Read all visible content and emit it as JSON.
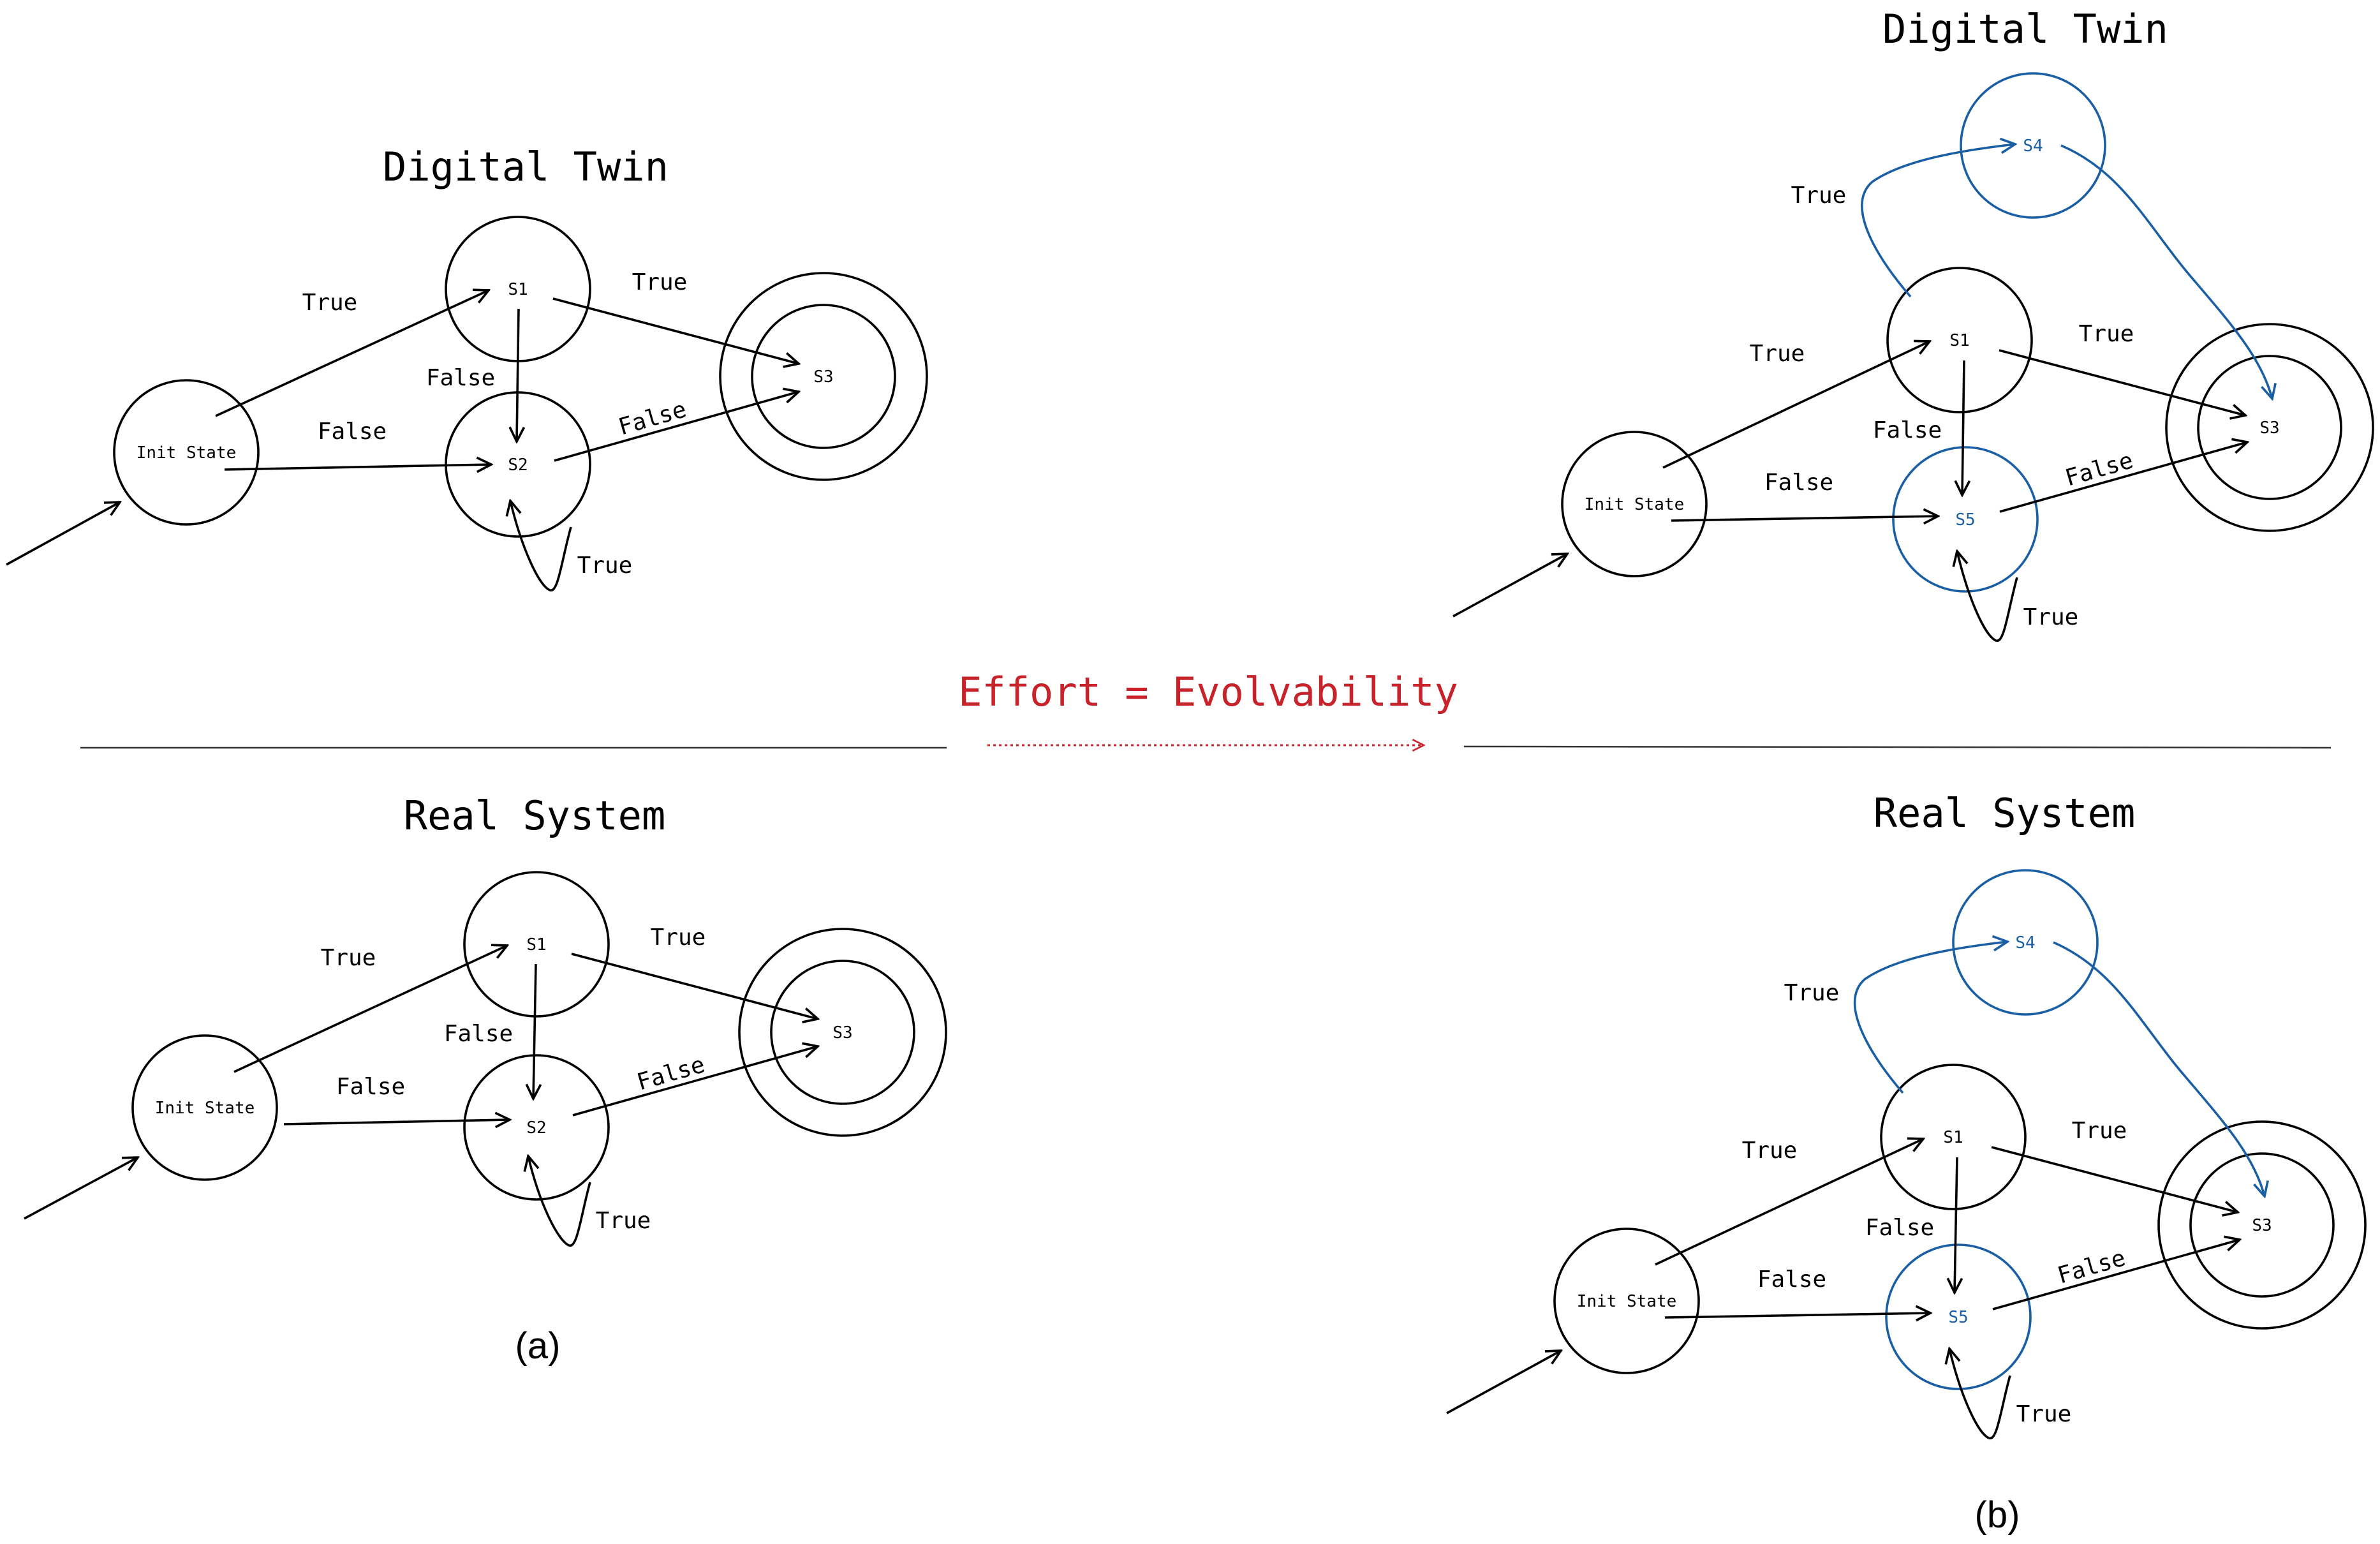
{
  "colors": {
    "black": "#000000",
    "blue": "#1a5fa3",
    "red": "#c8232a"
  },
  "effort_label": "Effort = Evolvability",
  "panels": [
    {
      "caption": "(a)",
      "digital_twin": {
        "title": "Digital Twin",
        "nodes": {
          "init": "Init State",
          "s1": "S1",
          "s2": "S2",
          "s3": "S3"
        },
        "edges": {
          "init_s1": "True",
          "init_s2": "False",
          "s1_s2": "False",
          "s1_s3": "True",
          "s2_s3": "False",
          "s2_loop": "True"
        }
      },
      "real_system": {
        "title": "Real System",
        "nodes": {
          "init": "Init State",
          "s1": "S1",
          "s2": "S2",
          "s3": "S3"
        },
        "edges": {
          "init_s1": "True",
          "init_s2": "False",
          "s1_s2": "False",
          "s1_s3": "True",
          "s2_s3": "False",
          "s2_loop": "True"
        }
      }
    },
    {
      "caption": "(b)",
      "digital_twin": {
        "title": "Digital Twin",
        "nodes": {
          "init": "Init State",
          "s1": "S1",
          "s5": "S5",
          "s3": "S3",
          "s4": "S4"
        },
        "edges": {
          "init_s1": "True",
          "init_s5": "False",
          "s1_s5": "False",
          "s1_s3": "True",
          "s5_s3": "False",
          "s5_loop": "True",
          "s1_s4": "True"
        }
      },
      "real_system": {
        "title": "Real System",
        "nodes": {
          "init": "Init State",
          "s1": "S1",
          "s5": "S5",
          "s3": "S3",
          "s4": "S4"
        },
        "edges": {
          "init_s1": "True",
          "init_s5": "False",
          "s1_s5": "False",
          "s1_s3": "True",
          "s5_s3": "False",
          "s5_loop": "True",
          "s1_s4": "True"
        }
      }
    }
  ]
}
